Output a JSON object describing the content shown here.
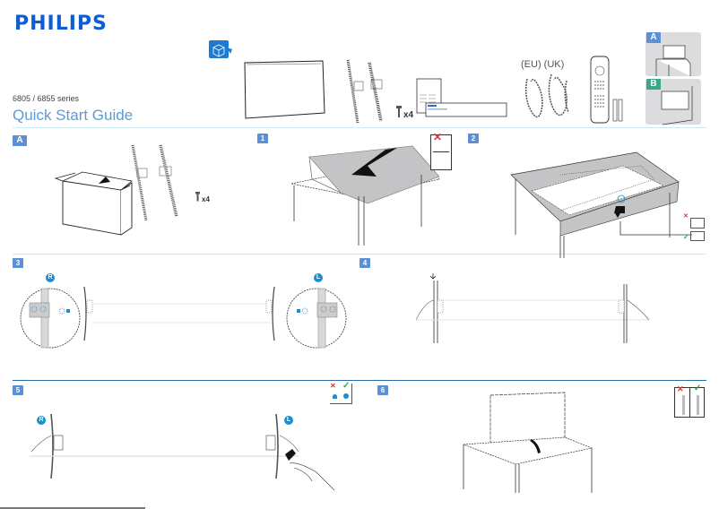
{
  "header": {
    "brand": "PHILIPS",
    "series": "6805 / 6855 series",
    "title": "Quick Start Guide",
    "brand_color": "#0b5ed7",
    "title_color": "#5b9bd5"
  },
  "box_contents": {
    "unbox_icon": "open-box-icon",
    "items": [
      {
        "name": "tv",
        "icon": "tv-panel-icon"
      },
      {
        "name": "stand-legs",
        "icon": "stand-legs-icon"
      },
      {
        "name": "screws",
        "icon": "screw-icon",
        "count_label": "x4"
      },
      {
        "name": "documents",
        "icon": "manual-icon"
      },
      {
        "name": "power-cords",
        "icon": "power-cord-icon",
        "label": "(EU) (UK)"
      },
      {
        "name": "remote-and-batteries",
        "icon": "remote-control-icon"
      }
    ]
  },
  "mount_options": [
    {
      "label": "A",
      "description": "table-stand-icon",
      "color": "#5b8fd6"
    },
    {
      "label": "B",
      "description": "wall-mount-icon",
      "color": "#3aa887"
    }
  ],
  "sections": [
    {
      "id": "A",
      "label": "A",
      "screw_count": "x4"
    },
    {
      "id": "1",
      "label": "1"
    },
    {
      "id": "2",
      "label": "2"
    },
    {
      "id": "3",
      "label": "3",
      "markers": [
        "R",
        "L"
      ]
    },
    {
      "id": "4",
      "label": "4"
    },
    {
      "id": "5",
      "label": "5",
      "markers": [
        "R",
        "L"
      ]
    },
    {
      "id": "6",
      "label": "6"
    }
  ],
  "colors": {
    "accent_blue": "#5b8fd6",
    "marker_blue": "#1a8fd0",
    "wrong_red": "#e2333a",
    "right_green": "#3aa34a",
    "separator_light": "#cdeaf3",
    "separator_dark": "#2e6da4"
  }
}
